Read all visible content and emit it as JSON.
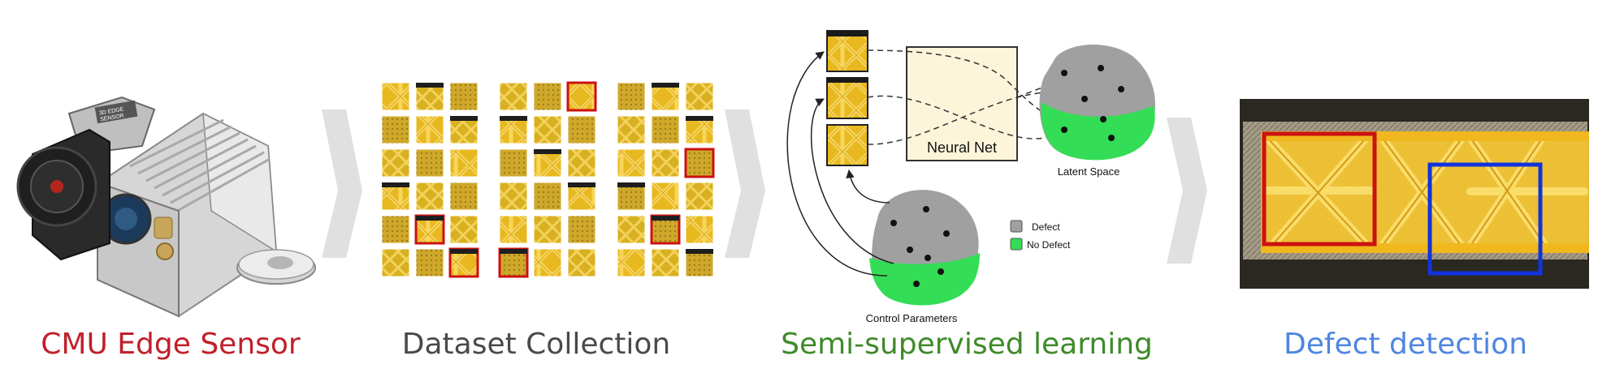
{
  "captions": {
    "sensor": "CMU Edge Sensor",
    "dataset": "Dataset Collection",
    "semi_supervised": "Semi-supervised learning",
    "defect_detection": "Defect detection"
  },
  "diagram": {
    "neural_net_label": "Neural Net",
    "latent_space_label": "Latent Space",
    "control_parameters_label": "Control Parameters",
    "legend": {
      "defect": "Defect",
      "no_defect": "No Defect"
    },
    "sensor_label_lines": [
      "3D EDGE",
      "SENSOR"
    ]
  },
  "colors": {
    "sensor_caption": "#c0202a",
    "dataset_caption": "#4a4a4a",
    "semi_caption": "#3f8a2a",
    "defect_caption": "#4f86e0",
    "defect_class": "#a0a0a0",
    "no_defect_class": "#33dd55",
    "red_box": "#cc1111",
    "blue_box": "#1133dd",
    "arrow_gray": "#e0e0e0"
  }
}
